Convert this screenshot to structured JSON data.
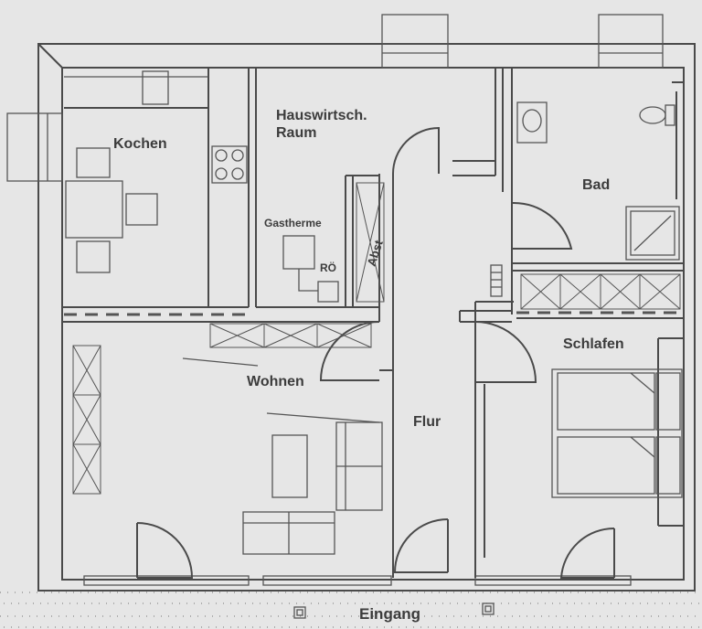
{
  "floorplan": {
    "rooms": {
      "kochen": "Kochen",
      "hauswirtschaft_line1": "Hauswirtsch.",
      "hauswirtschaft_line2": "Raum",
      "bad": "Bad",
      "wohnen": "Wohnen",
      "flur": "Flur",
      "schlafen": "Schlafen"
    },
    "fixtures": {
      "gastherme": "Gastherme",
      "ro": "RÖ",
      "abst": "Abst"
    },
    "entrance": "Eingang"
  }
}
